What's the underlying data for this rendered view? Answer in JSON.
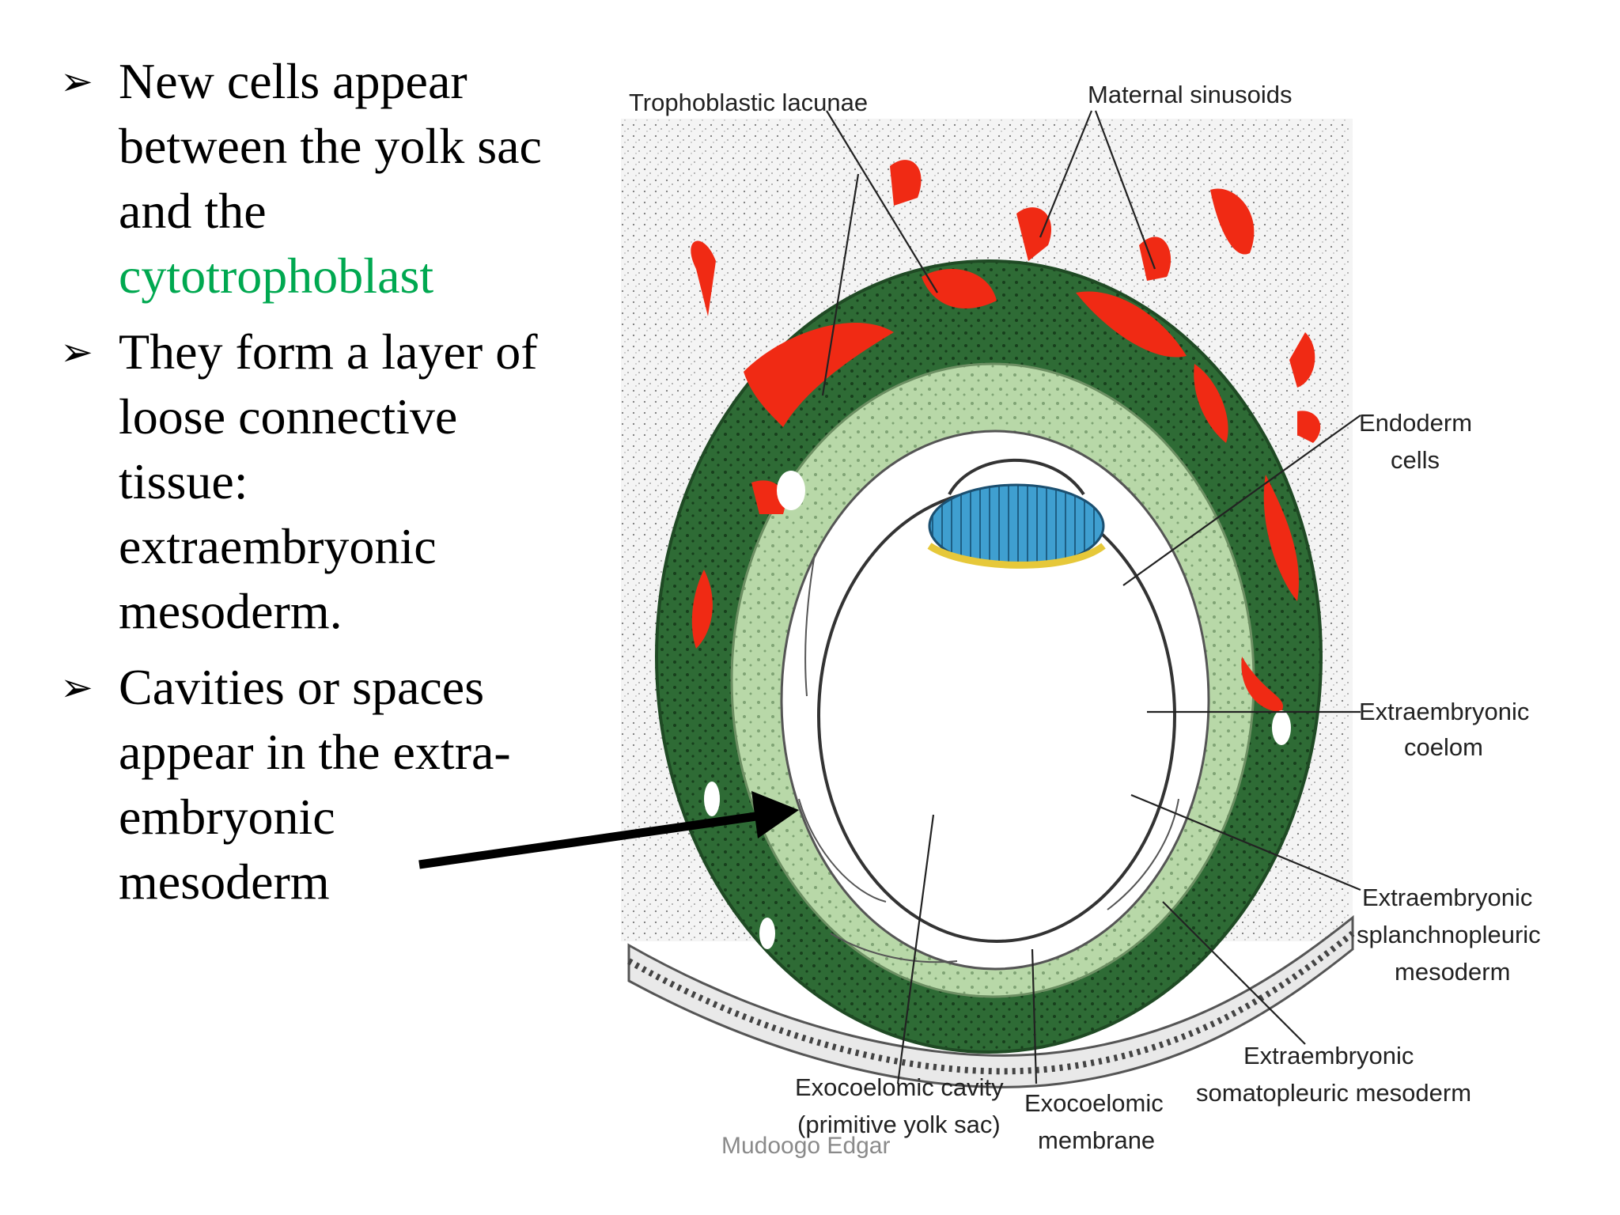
{
  "bullets": [
    {
      "marker": "➢",
      "text_before": "New cells appear between the yolk sac and the ",
      "text_highlight": "cytotrophoblast"
    },
    {
      "marker": "➢",
      "text": "They form a layer of loose connective tissue: extraembryonic mesoderm."
    },
    {
      "marker": "➢",
      "text": "Cavities or spaces appear in the extra-embryonic mesoderm"
    }
  ],
  "labels": {
    "trophoblastic_lacunae": "Trophoblastic lacunae",
    "maternal_sinusoids": "Maternal sinusoids",
    "endoderm_cells_1": "Endoderm",
    "endoderm_cells_2": "cells",
    "coelom_1": "Extraembryonic",
    "coelom_2": "coelom",
    "splanch_1": "Extraembryonic",
    "splanch_2": "splanchnopleuric",
    "splanch_3": "mesoderm",
    "somato_1": "Extraembryonic",
    "somato_2": "somatopleuric mesoderm",
    "exocoelomic_cavity_1": "Exocoelomic cavity",
    "exocoelomic_cavity_2": "(primitive yolk sac)",
    "exocoelomic_membrane_1": "Exocoelomic",
    "exocoelomic_membrane_2": "membrane"
  },
  "credit": "Mudoogo Edgar",
  "colors": {
    "highlight": "#00a850",
    "trophoblast": "#2e6b35",
    "mesoderm": "#b8d8a8",
    "lacunae": "#f02a14",
    "embryo_disc": "#3f9fd0",
    "hypoblast": "#e6c83a"
  }
}
